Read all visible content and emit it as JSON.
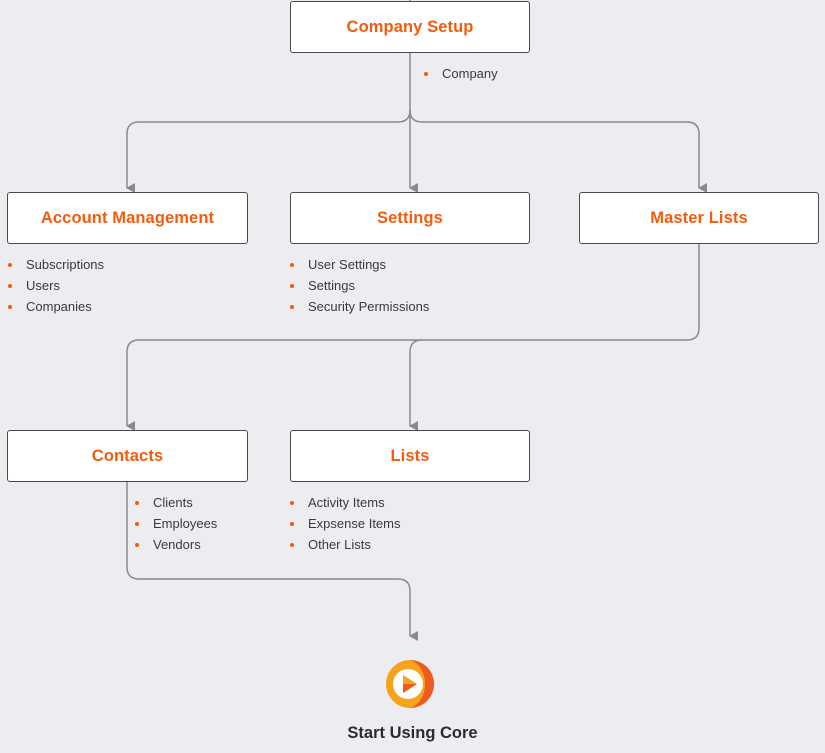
{
  "nodes": {
    "company_setup": {
      "title": "Company Setup",
      "items": [
        "Company"
      ]
    },
    "account_management": {
      "title": "Account Management",
      "items": [
        "Subscriptions",
        "Users",
        "Companies"
      ]
    },
    "settings": {
      "title": "Settings",
      "items": [
        "User Settings",
        "Settings",
        "Security Permissions"
      ]
    },
    "master_lists": {
      "title": "Master Lists",
      "items": []
    },
    "contacts": {
      "title": "Contacts",
      "items": [
        "Clients",
        "Employees",
        "Vendors"
      ]
    },
    "lists": {
      "title": "Lists",
      "items": [
        "Activity Items",
        "Expsense Items",
        "Other Lists"
      ]
    }
  },
  "final_step": {
    "label": "Start Using Core",
    "icon": "core-play-logo-icon"
  },
  "colors": {
    "accent": "#f25c0f",
    "connector": "#8a8a8a",
    "node_border": "#4a4a4a",
    "background": "#ecedf1",
    "logo_orange": "#f7a21b",
    "logo_red": "#ee5a1f"
  }
}
